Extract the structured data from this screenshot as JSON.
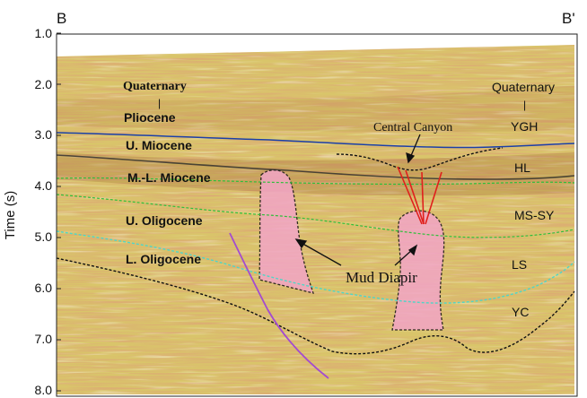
{
  "section": {
    "start_label": "B",
    "end_label": "B'"
  },
  "axis": {
    "title": "Time (s)",
    "ticks": [
      "1.0",
      "2.0",
      "3.0",
      "4.0",
      "5.0",
      "6.0",
      "7.0",
      "8.0"
    ]
  },
  "strata_left": {
    "quaternary": "Quaternary",
    "divider": "|",
    "pliocene": "Pliocene",
    "u_miocene": "U. Miocene",
    "ml_miocene": "M.-L. Miocene",
    "u_oligocene": "U. Oligocene",
    "l_oligocene": "L. Oligocene"
  },
  "strata_right": {
    "quaternary": "Quaternary",
    "divider": "|",
    "ygh": "YGH",
    "hl": "HL",
    "ms_sy": "MS-SY",
    "ls": "LS",
    "yc": "YC"
  },
  "annotations": {
    "central_canyon": "Central Canyon",
    "mud_diapir": "Mud Diapir"
  },
  "colors": {
    "seismic_base": "#d9c56a",
    "diapir_fill": "#f2a5c6",
    "horizon_blue": "#1c3fa8",
    "horizon_green": "#2fbf3c",
    "horizon_cyan": "#4fd6c8",
    "fault_purple": "#a34bd0",
    "fault_red": "#e0201c"
  }
}
